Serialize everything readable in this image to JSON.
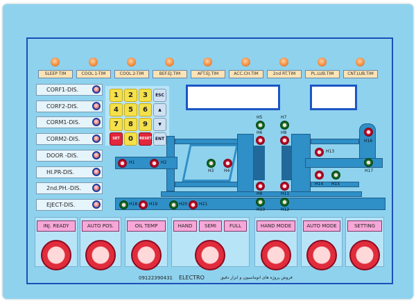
{
  "timers": [
    "SLEEP TIM",
    "COOL.1-TIM",
    "COOL.2-TIM",
    "BEF.EJ.TIM",
    "AFT.EJ.TIM",
    "ACC.CH.TIM",
    "2nd RT.TIM",
    "PL.LUB.TIM",
    "CNT.LUB.TIM"
  ],
  "dis_buttons": [
    "CORF1-DIS.",
    "CORF2-DIS.",
    "CORM1-DIS.",
    "CORM2-DIS.",
    "DOOR -DIS.",
    "HI.PR-DIS.",
    "2nd.PH.-DIS.",
    "EJECT-DIS."
  ],
  "keypad": {
    "digits": [
      "1",
      "2",
      "3",
      "4",
      "5",
      "6",
      "7",
      "8",
      "9",
      "0"
    ],
    "set": "SET",
    "reset": "RESET",
    "esc": "ESC",
    "ent": "ENT",
    "up": "▲",
    "down": "▼"
  },
  "indicators": [
    "H1",
    "H2",
    "H3",
    "H4",
    "H5",
    "H6",
    "H7",
    "H8",
    "H9",
    "H10",
    "H11",
    "H12",
    "H13",
    "H14",
    "H15",
    "H16",
    "H17",
    "H18",
    "H19",
    "H20",
    "H21"
  ],
  "panel_buttons": {
    "inj_ready": "INJ. READY",
    "auto_pos": "AUTO POS.",
    "oil_temp": "OIL TEMP",
    "hand": "HAND",
    "semi": "SEMI",
    "full": "FULL",
    "hand_mode": "HAND MODE",
    "auto_mode": "AUTO MODE",
    "setting": "SETTING"
  },
  "footer": {
    "phone": "09122390431",
    "brand": "ELECTRO",
    "persian": "فروش پروژه های اتوماسیون و ابزار دقیق"
  },
  "colors": {
    "panel": "#8fd2ee",
    "frame": "#1b4fb5",
    "machine": "#2f8fc7",
    "button_red": "#e02c3c",
    "label_pink": "#f7a8d8"
  }
}
